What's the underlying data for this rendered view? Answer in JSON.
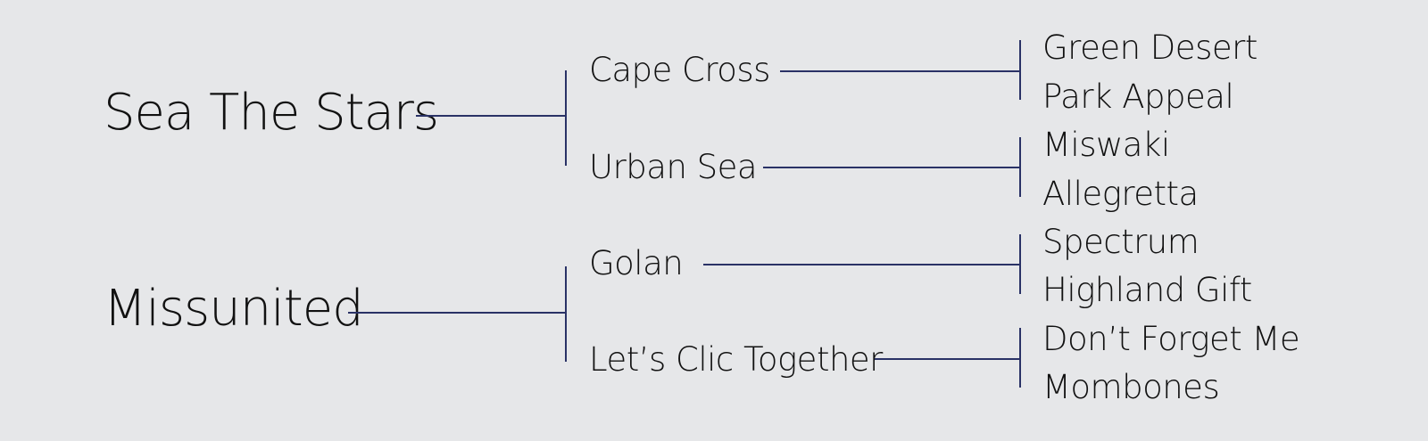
{
  "sires": [
    {
      "name": "Sea The Stars",
      "parents": [
        {
          "name": "Cape Cross",
          "grandparents": [
            "Green Desert",
            "Park Appeal"
          ]
        },
        {
          "name": "Urban Sea",
          "grandparents": [
            "Miswaki",
            "Allegretta"
          ]
        }
      ]
    },
    {
      "name": "Missunited",
      "parents": [
        {
          "name": "Golan",
          "grandparents": [
            "Spectrum",
            "Highland Gift"
          ]
        },
        {
          "name": "Let’s Clic Together",
          "grandparents": [
            "Don’t Forget Me",
            "Mombones"
          ]
        }
      ]
    }
  ],
  "colors": {
    "background": "#e6e7e9",
    "line": "#2a3266",
    "text": "#111111"
  }
}
